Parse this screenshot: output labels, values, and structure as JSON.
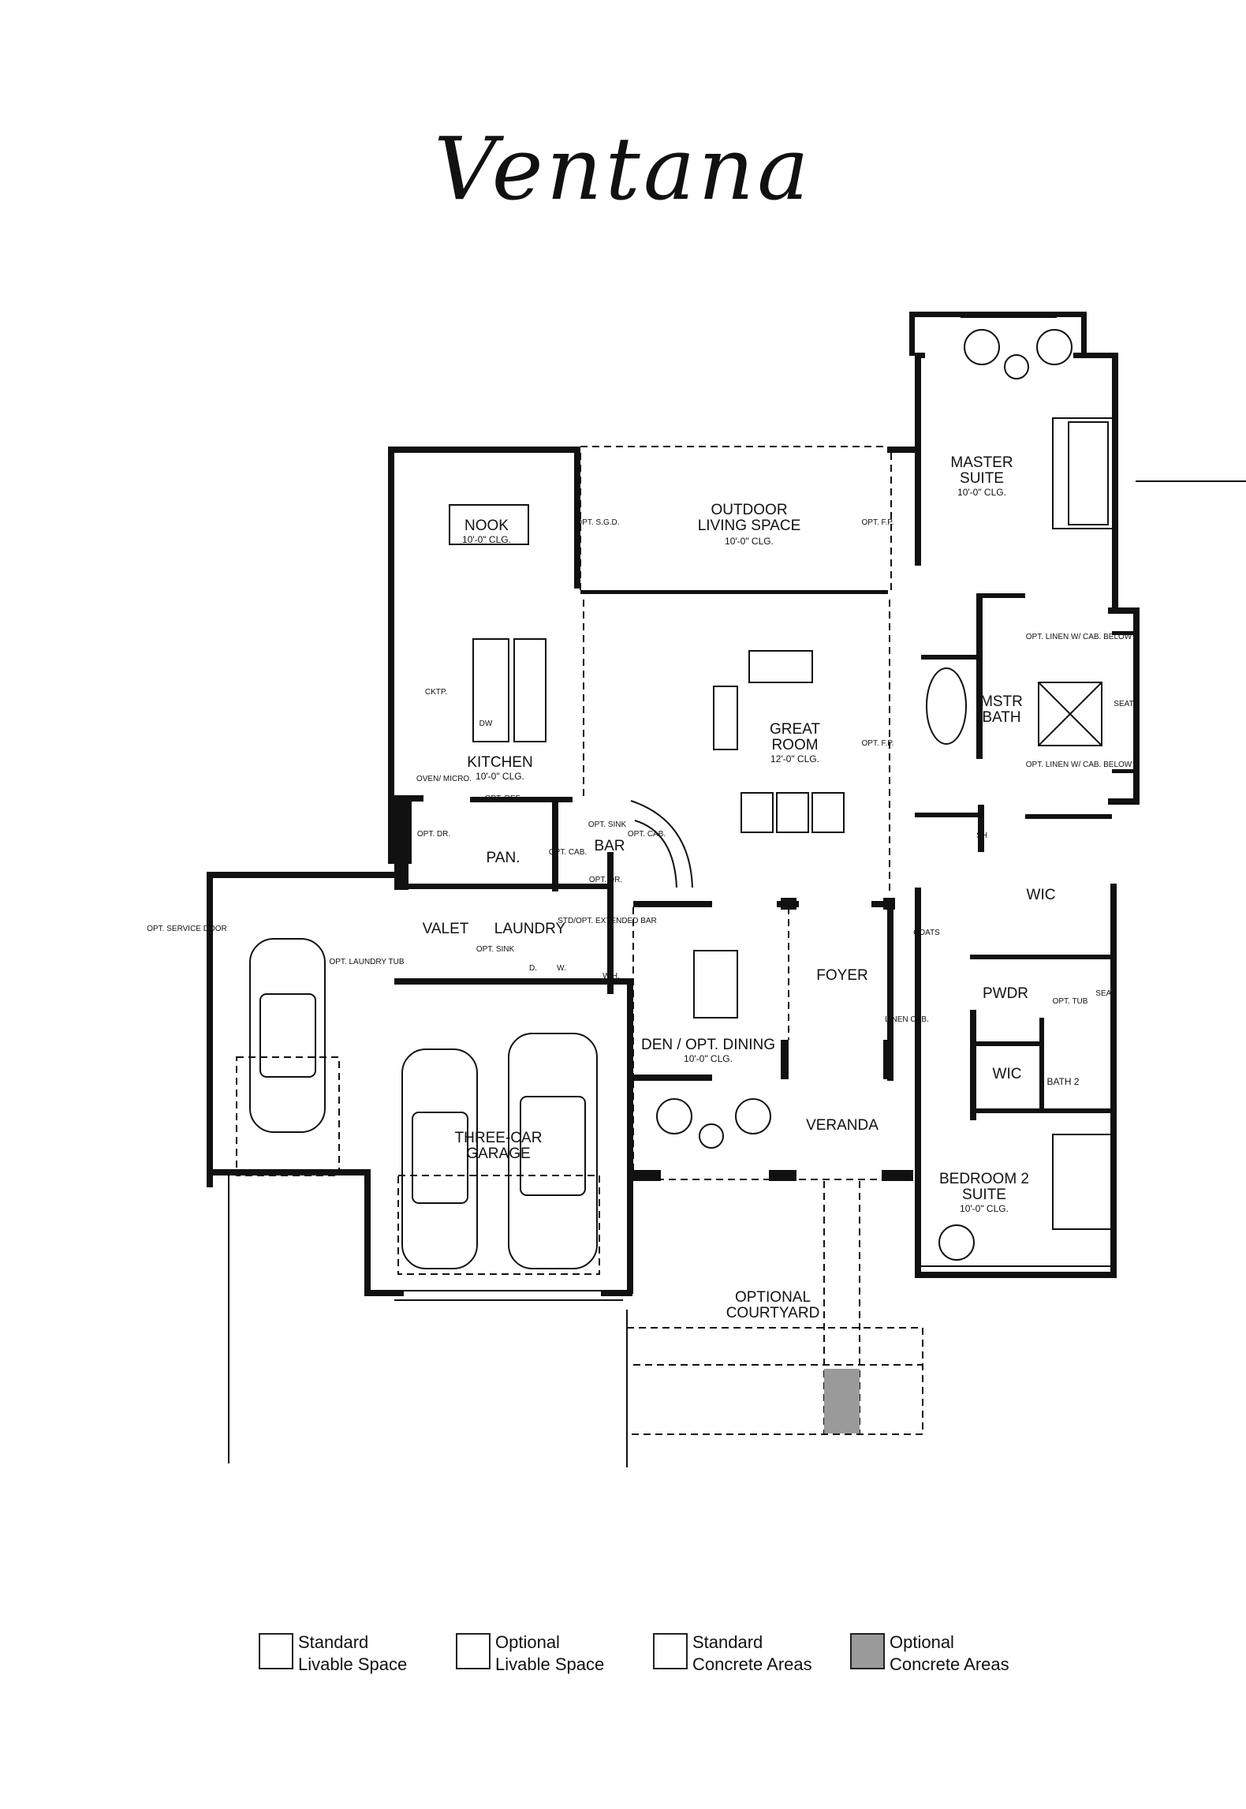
{
  "title": "Ventana",
  "rooms": {
    "nook": "NOOK",
    "nook_clg": "10'-0\" CLG.",
    "outdoor1": "OUTDOOR",
    "outdoor2": "LIVING SPACE",
    "outdoor_clg": "10'-0\" CLG.",
    "master1": "MASTER",
    "master2": "SUITE",
    "master_clg": "10'-0\" CLG.",
    "kitchen": "KITCHEN",
    "kitchen_clg": "10'-0\" CLG.",
    "great1": "GREAT",
    "great2": "ROOM",
    "great_clg": "12'-0\" CLG.",
    "mstrbath1": "MSTR",
    "mstrbath2": "BATH",
    "pan": "PAN.",
    "bar": "BAR",
    "wic": "WIC",
    "valet": "VALET",
    "laundry": "LAUNDRY",
    "foyer": "FOYER",
    "pwdr": "PWDR",
    "den": "DEN / OPT. DINING",
    "den_clg": "10'-0\" CLG.",
    "wic2": "WIC",
    "bath2": "BATH 2",
    "veranda": "VERANDA",
    "garage1": "THREE-CAR",
    "garage2": "GARAGE",
    "bed1": "BEDROOM 2",
    "bed2": "SUITE",
    "bed_clg": "10'-0\" CLG.",
    "court1": "OPTIONAL",
    "court2": "COURTYARD"
  },
  "notes": {
    "opt_sgd": "OPT. S.G.D.",
    "opt_fp1": "OPT. F.P.",
    "opt_fp2": "OPT. F.P.",
    "cktp": "CKTP.",
    "oven": "OVEN/ MICRO.",
    "opt_ref": "OPT. REF.",
    "opt_dr1": "OPT. DR.",
    "dw": "DW",
    "opt_sink": "OPT. SINK",
    "opt_cab": "OPT. CAB.",
    "opt_dr2": "OPT. DR.",
    "opt_cab2": "OPT. CAB.",
    "std_bar": "STD/OPT. EXTENDED BAR",
    "wh": "W.H.",
    "opt_sink2": "OPT. SINK",
    "d": "D.",
    "w": "W.",
    "opt_laundry_tub": "OPT. LAUNDRY TUB",
    "opt_service_door": "OPT. SERVICE DOOR",
    "linen_top": "OPT. LINEN W/ CAB. BELOW",
    "linen_bot": "OPT. LINEN W/ CAB. BELOW",
    "seat1": "SEAT",
    "seat2": "SEAT",
    "sh": "SH",
    "coats": "COATS",
    "linen_cab": "LINEN CAB.",
    "opt_tub": "OPT. TUB"
  },
  "legend": [
    {
      "line1": "Standard",
      "line2": "Livable Space",
      "fill": "none"
    },
    {
      "line1": "Optional",
      "line2": "Livable Space",
      "fill": "none"
    },
    {
      "line1": "Standard",
      "line2": "Concrete Areas",
      "fill": "none"
    },
    {
      "line1": "Optional",
      "line2": "Concrete Areas",
      "fill": "#9a9a9a"
    }
  ]
}
